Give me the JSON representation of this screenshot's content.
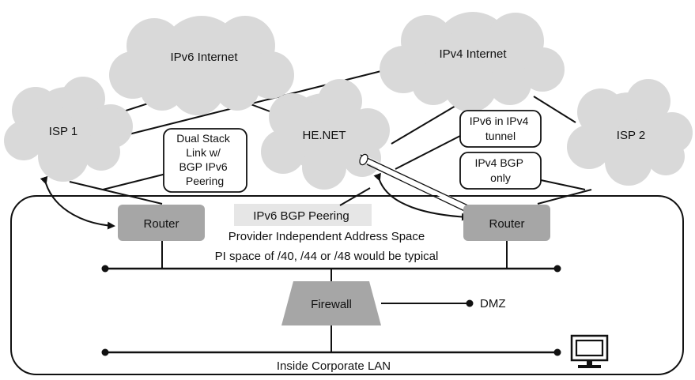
{
  "clouds": {
    "ipv6_internet": "IPv6 Internet",
    "ipv4_internet": "IPv4 Internet",
    "isp1": "ISP 1",
    "he_net": "HE.NET",
    "isp2": "ISP 2"
  },
  "callouts": {
    "dual_stack": [
      "Dual Stack",
      "Link w/",
      "BGP IPv6",
      "Peering"
    ],
    "ipv6_in_ipv4": [
      "IPv6 in IPv4",
      "tunnel"
    ],
    "ipv4_bgp": [
      "IPv4 BGP",
      "only"
    ]
  },
  "labels": {
    "ipv6_bgp_peering": "IPv6 BGP Peering",
    "pi_space": "Provider Independent Address Space",
    "pi_typical": "PI space of /40, /44 or /48 would be typical",
    "dmz": "DMZ",
    "lan": "Inside Corporate LAN"
  },
  "devices": {
    "router_left": "Router",
    "router_right": "Router",
    "firewall": "Firewall"
  },
  "colors": {
    "cloud": "#d9d9d9",
    "device": "#a6a6a6",
    "peering_band": "#e6e6e6",
    "line": "#111111"
  }
}
